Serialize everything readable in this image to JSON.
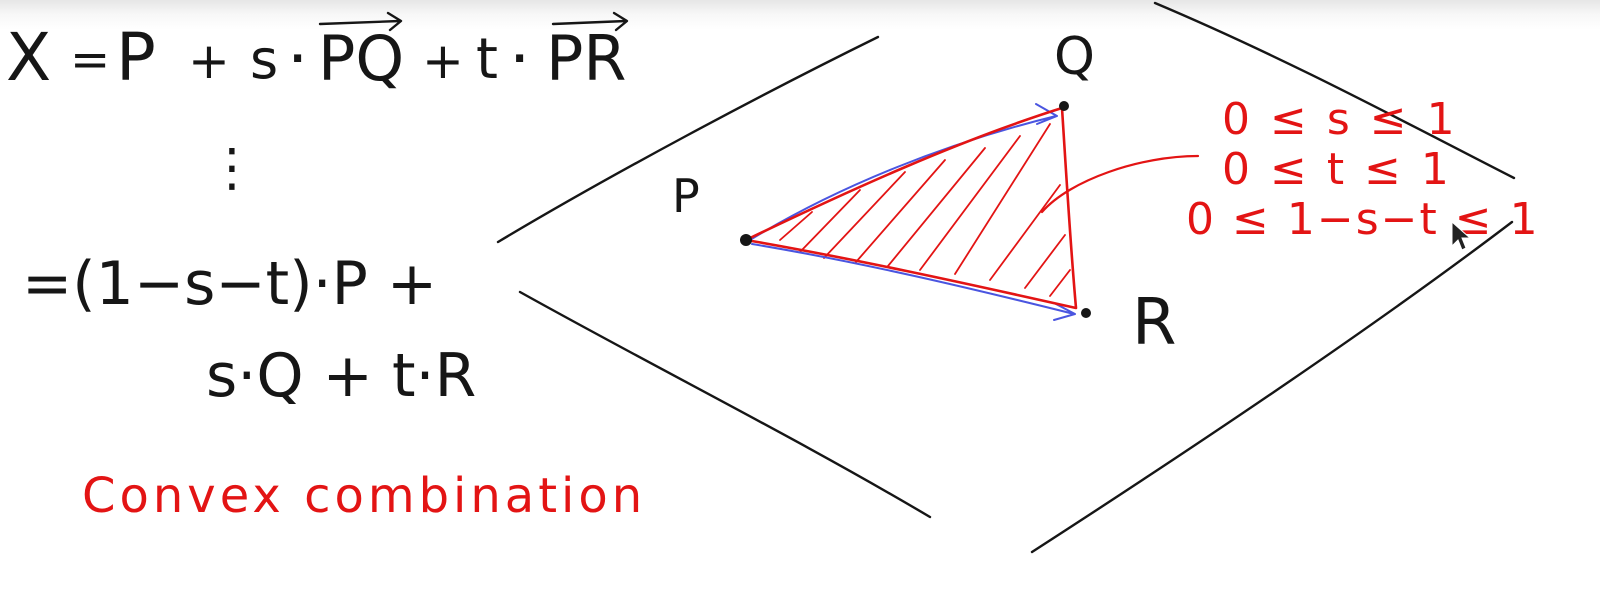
{
  "colors": {
    "ink_black": "#161616",
    "ink_red": "#e31414",
    "ink_blue": "#4a55e0",
    "paper": "#ffffff"
  },
  "equations": {
    "line1": {
      "lhs": "X",
      "eq": "=",
      "p": "P",
      "plus1": "+",
      "s": "s",
      "dot1": "·",
      "pq": "PQ",
      "plus2": "+",
      "t": "t",
      "dot2": "·",
      "pr": "PR"
    },
    "continuation": "⋮",
    "line2": "=(1−s−t)·P +",
    "line3": "s·Q + t·R"
  },
  "caption": "Convex combination",
  "points": {
    "p": "P",
    "q": "Q",
    "r": "R"
  },
  "constraints": [
    "0 ≤ s ≤ 1",
    "0 ≤ t ≤ 1",
    "0 ≤ 1−s−t ≤ 1"
  ]
}
